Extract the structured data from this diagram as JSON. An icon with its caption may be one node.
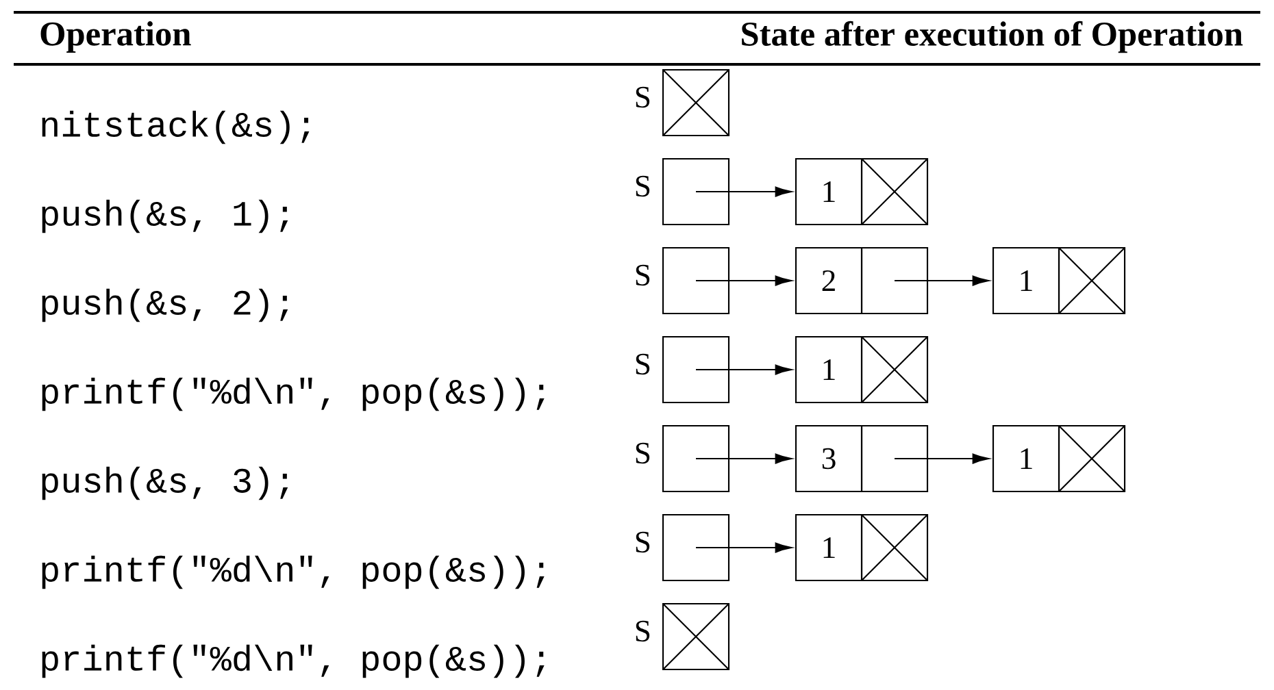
{
  "diagram": {
    "nodes": [
      {
        "text": [],
        "shape": "box",
        "beside": [
          "S"
        ]
      },
      {
        "text": [],
        "shape": "box",
        "beside": [
          "S"
        ]
      },
      {
        "text": [
          "1"
        ]
      },
      {
        "text": [],
        "shape": "box",
        "beside": [
          "S"
        ]
      },
      {
        "text": [
          "2"
        ]
      },
      {
        "text": [
          "1"
        ]
      },
      {
        "text": [],
        "shape": "box",
        "beside": [
          "S"
        ]
      },
      {
        "text": [
          "1"
        ]
      },
      {
        "text": [],
        "shape": "box",
        "beside": [
          "S"
        ]
      },
      {
        "text": [
          "3"
        ]
      },
      {
        "text": [
          "1"
        ]
      },
      {
        "text": [],
        "shape": "box",
        "beside": [
          "S"
        ]
      },
      {
        "text": [
          "1"
        ]
      },
      {
        "text": [],
        "shape": "box",
        "beside": [
          "S"
        ]
      }
    ],
    "edges": [
      {
        "from": 1,
        "to": 2,
        "arrow": "to"
      },
      {
        "from": 3,
        "to": 4,
        "arrow": "to"
      },
      {
        "from": 4,
        "to": 5,
        "arrow": "to"
      },
      {
        "from": 6,
        "to": 7,
        "arrow": "to"
      },
      {
        "from": 8,
        "to": 9,
        "arrow": "to"
      },
      {
        "from": 9,
        "to": 10,
        "arrow": "to"
      },
      {
        "from": 11,
        "to": 12,
        "arrow": "to"
      }
    ],
    "labels": [
      "Operation",
      "State after execution of Operation",
      "nitstack(&s);",
      "push(&s, 1);",
      "push(&s, 2);",
      "printf(\"%d\\n\", pop(&s));",
      "push(&s, 3);",
      "printf(\"%d\\n\", pop(&s));",
      "printf(\"%d\\n\", pop(&s));"
    ]
  }
}
